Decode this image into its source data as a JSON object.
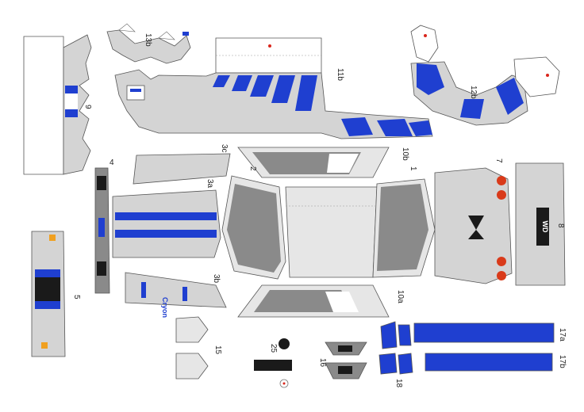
{
  "part_labels": {
    "p13b": "13b",
    "p11b": "11b",
    "p12b": "12b",
    "p9": "9",
    "p3c": "3c",
    "p10b": "10b",
    "p2": "2",
    "p1": "1",
    "p7": "7",
    "p4": "4",
    "p3a": "3a",
    "p8": "8",
    "p5": "5",
    "p3b": "3b",
    "p10a": "10a",
    "p17a": "17a",
    "p15": "15",
    "p25": "25",
    "p16": "16",
    "p18": "18",
    "p17b": "17b"
  },
  "plate": "WD",
  "decal_text": "Cryon",
  "colors": {
    "blue": "#1f3fd0",
    "body_gray": "#d4d4d4",
    "glass": "#8a8a8a",
    "taillight": "#d93a1a",
    "indicator": "#f0a020",
    "marker_dot": "#d9261c"
  }
}
